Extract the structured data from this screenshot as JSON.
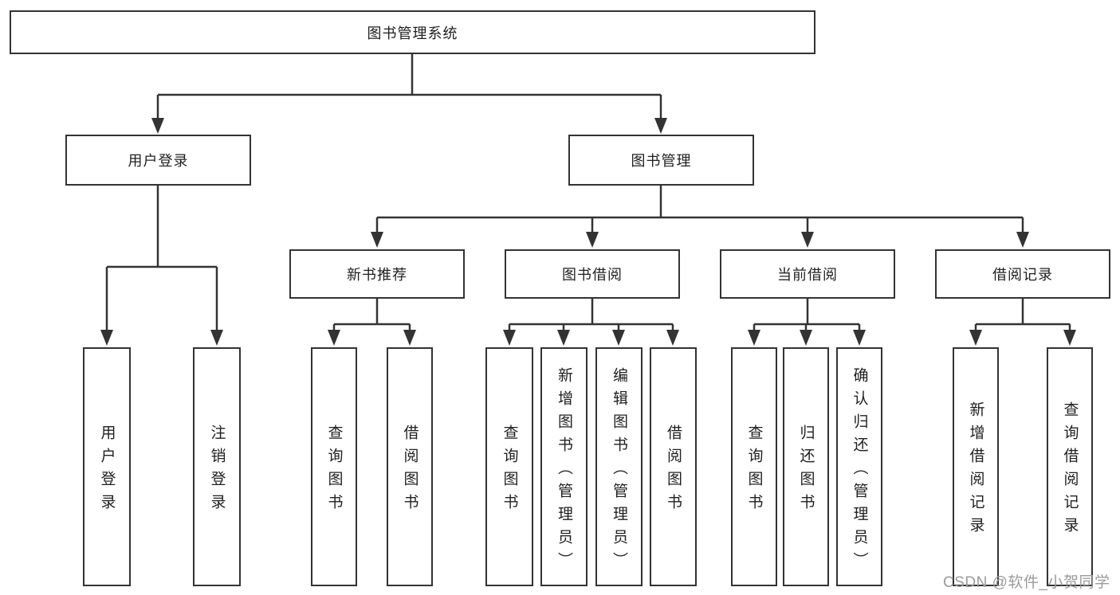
{
  "theme": {
    "line_color": "#333333",
    "text_color": "#1f1f1f",
    "bg_color": "#ffffff",
    "watermark_color": "#9b9b9b"
  },
  "diagram": {
    "type": "tree",
    "root": {
      "label": "图书管理系统",
      "children": [
        {
          "label": "用户登录",
          "children": [
            {
              "label": "用户登录"
            },
            {
              "label": "注销登录"
            }
          ]
        },
        {
          "label": "图书管理",
          "children": [
            {
              "label": "新书推荐",
              "children": [
                {
                  "label": "查询图书"
                },
                {
                  "label": "借阅图书"
                }
              ]
            },
            {
              "label": "图书借阅",
              "children": [
                {
                  "label": "查询图书"
                },
                {
                  "label": "新增图书（管理员）"
                },
                {
                  "label": "编辑图书（管理员）"
                },
                {
                  "label": "借阅图书"
                }
              ]
            },
            {
              "label": "当前借阅",
              "children": [
                {
                  "label": "查询图书"
                },
                {
                  "label": "归还图书"
                },
                {
                  "label": "确认归还（管理员）"
                }
              ]
            },
            {
              "label": "借阅记录",
              "children": [
                {
                  "label": "新增借阅记录"
                },
                {
                  "label": "查询借阅记录"
                }
              ]
            }
          ]
        }
      ]
    }
  },
  "watermark": {
    "text": "CSDN @软件_小贺同学"
  }
}
